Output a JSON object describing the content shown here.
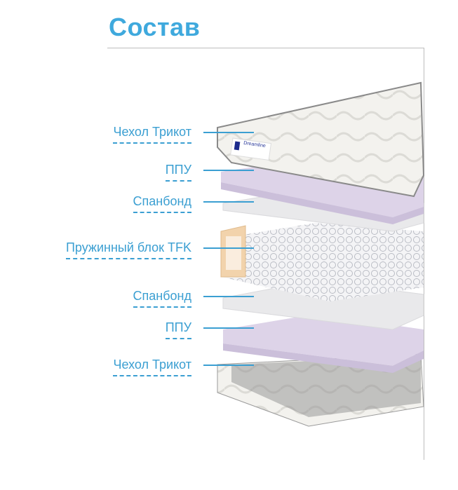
{
  "title": "Состав",
  "brand_label": "Dreamline",
  "layers": [
    {
      "label": "Чехол Трикот"
    },
    {
      "label": "ППУ"
    },
    {
      "label": "Спанбонд"
    },
    {
      "label": "Пружинный блок TFK"
    },
    {
      "label": "Спанбонд"
    },
    {
      "label": "ППУ"
    },
    {
      "label": "Чехол Трикот"
    }
  ],
  "colors": {
    "accent": "#3fa9dd",
    "foam": "#ddd3e8",
    "spunbond": "#e9e9eb",
    "frame": "#f2d3ac",
    "cover": "#f2f1ec"
  }
}
